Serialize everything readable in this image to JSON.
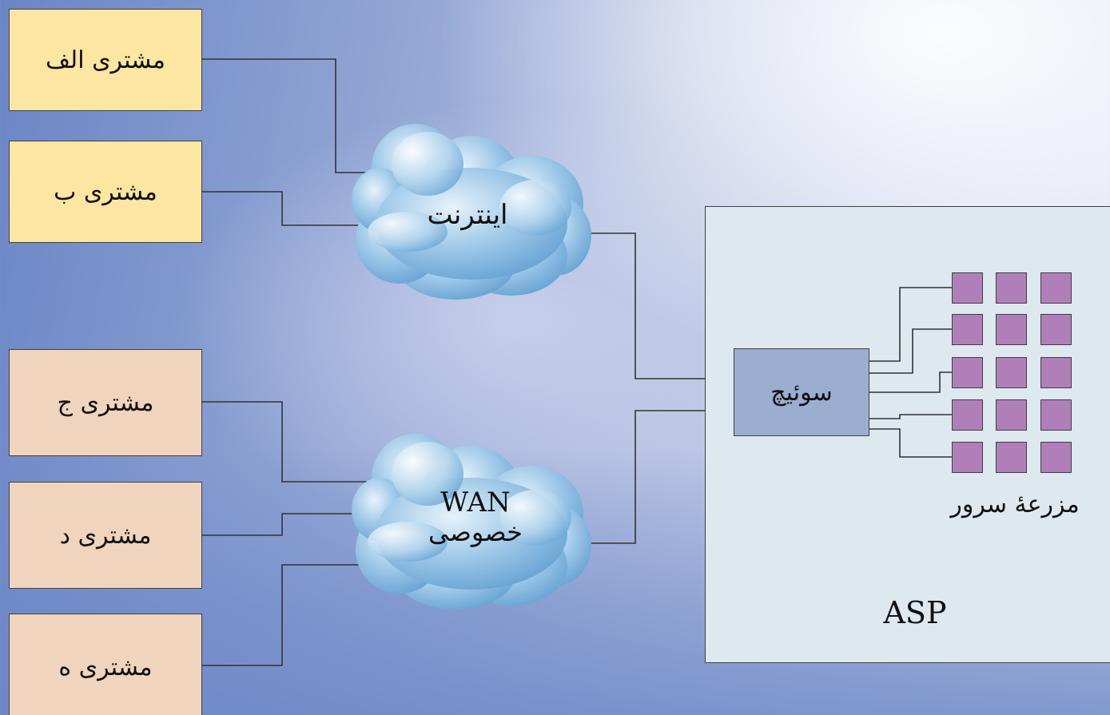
{
  "clients": [
    {
      "id": "a",
      "label": "مشتری الف",
      "color": "#fde5a2"
    },
    {
      "id": "b",
      "label": "مشتری ب",
      "color": "#fde5a2"
    },
    {
      "id": "c",
      "label": "مشتری ج",
      "color": "#f0d4bd"
    },
    {
      "id": "d",
      "label": "مشتری د",
      "color": "#f0d4bd"
    },
    {
      "id": "e",
      "label": "مشتری ه",
      "color": "#f0d4bd"
    }
  ],
  "clouds": {
    "internet": {
      "label": "اینترنت"
    },
    "wan": {
      "line1": "WAN",
      "line2": "خصوصی"
    }
  },
  "asp": {
    "label": "ASP",
    "switch_label": "سوئیچ",
    "server_farm_label": "مزرعهٔ سرور",
    "server_color": "#b07fba"
  }
}
